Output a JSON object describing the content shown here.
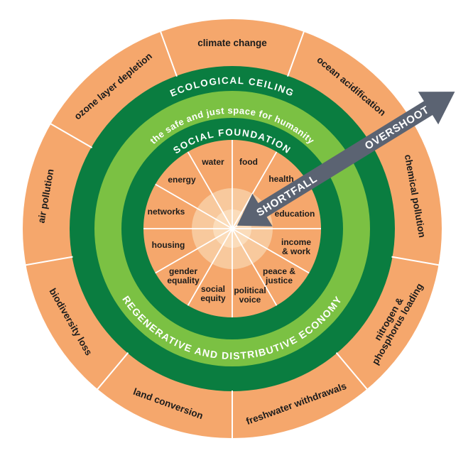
{
  "diagram": {
    "rings": {
      "ecological_ceiling_label": "ECOLOGICAL CEILING",
      "safe_space_label": "the safe and just space for humanity",
      "social_foundation_label": "SOCIAL FOUNDATION",
      "economy_label": "REGENERATIVE AND DISTRIBUTIVE ECONOMY"
    },
    "arrow": {
      "overshoot_label": "OVERSHOOT",
      "shortfall_label": "SHORTFALL"
    },
    "outer_segments": [
      {
        "label": "climate change"
      },
      {
        "label": "ocean acidification"
      },
      {
        "label": "chemical pollution"
      },
      {
        "label": "nitrogen & phosphorus loading",
        "lines": [
          "nitrogen &",
          "phosphorus loading"
        ]
      },
      {
        "label": "freshwater withdrawals"
      },
      {
        "label": "land conversion"
      },
      {
        "label": "biodiversity loss"
      },
      {
        "label": "air pollution"
      },
      {
        "label": "ozone layer depletion"
      }
    ],
    "inner_segments": [
      {
        "label": "water"
      },
      {
        "label": "food"
      },
      {
        "label": "health"
      },
      {
        "label": "education"
      },
      {
        "label": "income & work",
        "lines": [
          "income",
          "& work"
        ]
      },
      {
        "label": "peace & justice",
        "lines": [
          "peace &",
          "justice"
        ]
      },
      {
        "label": "political voice",
        "lines": [
          "political",
          "voice"
        ]
      },
      {
        "label": "social equity",
        "lines": [
          "social",
          "equity"
        ]
      },
      {
        "label": "gender equality",
        "lines": [
          "gender",
          "equality"
        ]
      },
      {
        "label": "housing"
      },
      {
        "label": "networks"
      },
      {
        "label": "energy"
      }
    ],
    "colors": {
      "orange": "#F5A76C",
      "pale_orange": "#F8C99D",
      "center_glow": "#FBDCBA",
      "dark_green": "#0A7D40",
      "light_green": "#7BC143",
      "arrow_gray": "#5B6372",
      "label_text": "#1C1C1C",
      "ring_text": "#FFFFFF",
      "center_dot": "#FFFFFF"
    }
  }
}
